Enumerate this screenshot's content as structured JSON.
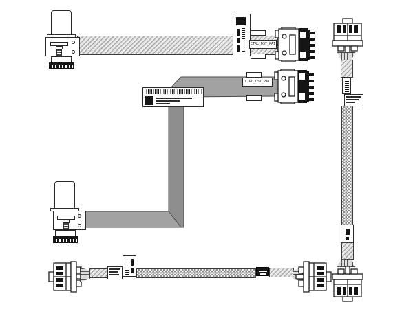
{
  "diagram": {
    "type": "cable-assembly-technical-drawing",
    "background": "#ffffff",
    "cables": [
      {
        "id": "ctrl-ribbon-cable-top",
        "style": "hatched-ribbon",
        "connector_label": "CTRL_DST_PA1"
      },
      {
        "id": "ctrl-ribbon-cable-middle",
        "style": "solid-ribbon-right-angle",
        "connector_label": "CTRL_DST_PA1"
      },
      {
        "id": "power-cable-right",
        "style": "braided-sleeve-vertical"
      },
      {
        "id": "power-cable-bottom",
        "style": "braided-sleeve-horizontal"
      }
    ],
    "icons": {
      "barcode": "striped-bars",
      "qr-code": "black-square",
      "screw-hole": "circle",
      "connector-teeth": "black-comb"
    },
    "colors": {
      "outline": "#2b2b2b",
      "ribbon_light": "#e9e9e9",
      "ribbon_dark_top": "#a2a2a2",
      "ribbon_dark_side": "#8e8e8e",
      "connector_black": "#161616",
      "braid_gray": "#8d8d8d"
    }
  }
}
